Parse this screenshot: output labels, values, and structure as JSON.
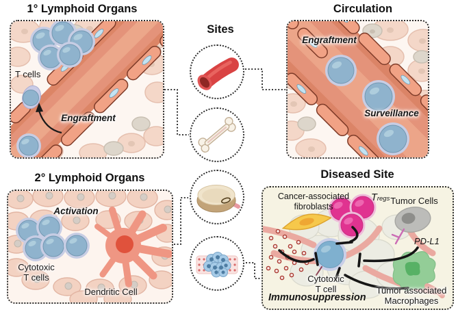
{
  "titles": {
    "primary": "1° Lymphoid Organs",
    "circulation": "Circulation",
    "sites": "Sites",
    "secondary": "2° Lymphoid Organs",
    "diseased": "Diseased Site"
  },
  "primary_panel": {
    "t_cells_label": "T cells",
    "engraftment_label": "Engraftment"
  },
  "circulation_panel": {
    "engraftment_label": "Engraftment",
    "surveillance_label": "Surveillance"
  },
  "secondary_panel": {
    "activation_label": "Activation",
    "cytotoxic_line1": "Cytotoxic",
    "cytotoxic_line2": "T cells",
    "dendritic_label": "Dendritic Cell"
  },
  "diseased_panel": {
    "caf_line1": "Cancer-associated",
    "caf_line2": "fibroblasts",
    "tregs_main": "T",
    "tregs_sub": "regs",
    "tumor_cells_label": "Tumor Cells",
    "pdl1_label": "PD-L1",
    "cytotoxic_line1": "Cytotoxic",
    "cytotoxic_line2": "T cell",
    "tam_line1": "Tumor associated",
    "tam_line2": "Macrophages",
    "immunosuppression_label": "Immunosuppression"
  },
  "sites": {
    "icons": [
      "blood-vessel",
      "bone",
      "lymph-node",
      "tumor-tissue"
    ]
  },
  "colors": {
    "t_cell_blue": "#8fb3cd",
    "t_cell_ring": "#c7cde4",
    "treg_magenta": "#e03390",
    "tumor_gray": "#bcbcb9",
    "macrophage_green": "#93cd97",
    "fibroblast_yellow": "#f6c84b",
    "dendritic_salmon": "#ef9683",
    "vessel_salmon": "#dc8566",
    "vessel_icon_red": "#d94343",
    "inhibition_black": "#151515",
    "diseased_bg": "#f6f3e3"
  }
}
